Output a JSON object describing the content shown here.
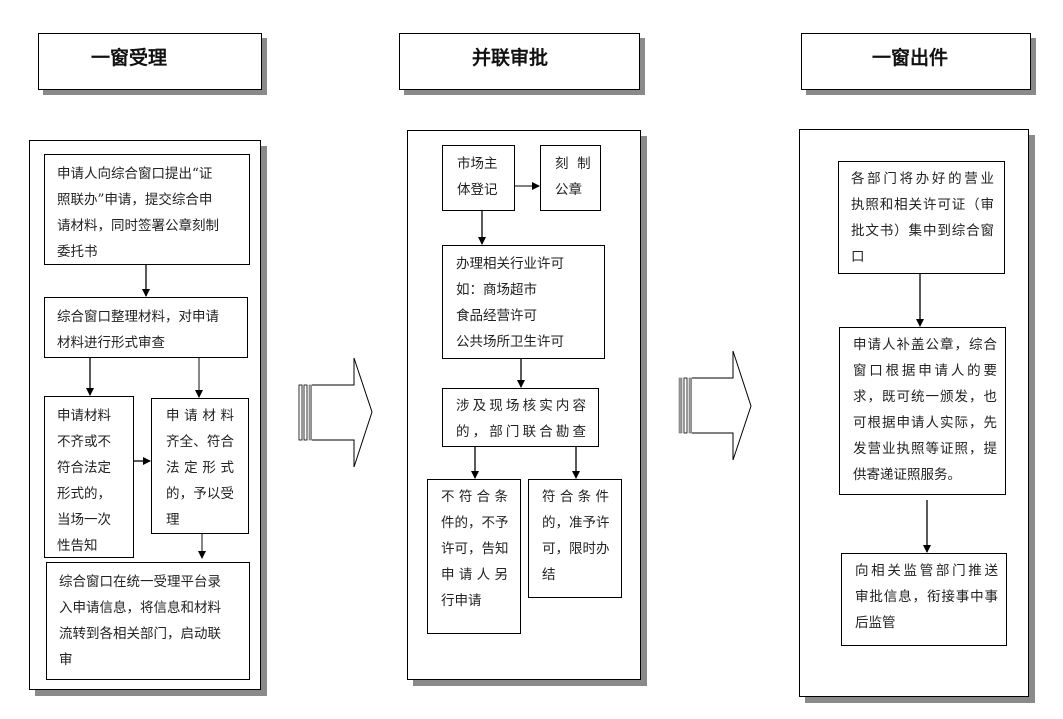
{
  "stages": [
    {
      "title": "一窗受理",
      "boxes": {
        "submit": [
          "申请人向综合窗口提出“证",
          "照联办”申请，提交综合申",
          "请材料，同时签署公章刻制",
          "委托书"
        ],
        "review": [
          "综合窗口整理材料，对申请",
          "材料进行形式审查"
        ],
        "incomplete": [
          "申请材料",
          "不齐或不",
          "符合法定",
          "形式的，",
          "当场一次",
          "性告知"
        ],
        "complete": [
          "申请材料",
          "齐全、符合",
          "法定形式",
          "的，予以受",
          "理"
        ],
        "forward": [
          "综合窗口在统一受理平台录",
          "入申请信息，将信息和材料",
          "流转到各相关部门，启动联",
          "审"
        ]
      }
    },
    {
      "title": "并联审批",
      "boxes": {
        "registration": [
          "市场主",
          "体登记"
        ],
        "seal": [
          "刻  制",
          "公章"
        ],
        "permits": [
          "办理相关行业许可",
          "如：商场超市",
          "食品经营许可",
          "公共场所卫生许可"
        ],
        "inspection": [
          "涉及现场核实内容",
          "的，部门联合勘查"
        ],
        "rejected": [
          "不符合条",
          "件的，不予",
          "许可，告知",
          "申请人另",
          "行申请"
        ],
        "approved": [
          "符合条件",
          "的，准予许",
          "可，限时办",
          "结"
        ]
      }
    },
    {
      "title": "一窗出件",
      "boxes": {
        "collect": [
          "各部门将办好的营业",
          "执照和相关许可证（审",
          "批文书）集中到综合窗",
          "口"
        ],
        "issue": [
          "申请人补盖公章，综合",
          "窗口根据申请人的要",
          "求，既可统一颁发，也",
          "可根据申请人实际，先",
          "发营业执照等证照，提",
          "供寄递证照服务。"
        ],
        "notify": [
          "向相关监管部门推送",
          "审批信息，衔接事中事",
          "后监管"
        ]
      }
    }
  ]
}
